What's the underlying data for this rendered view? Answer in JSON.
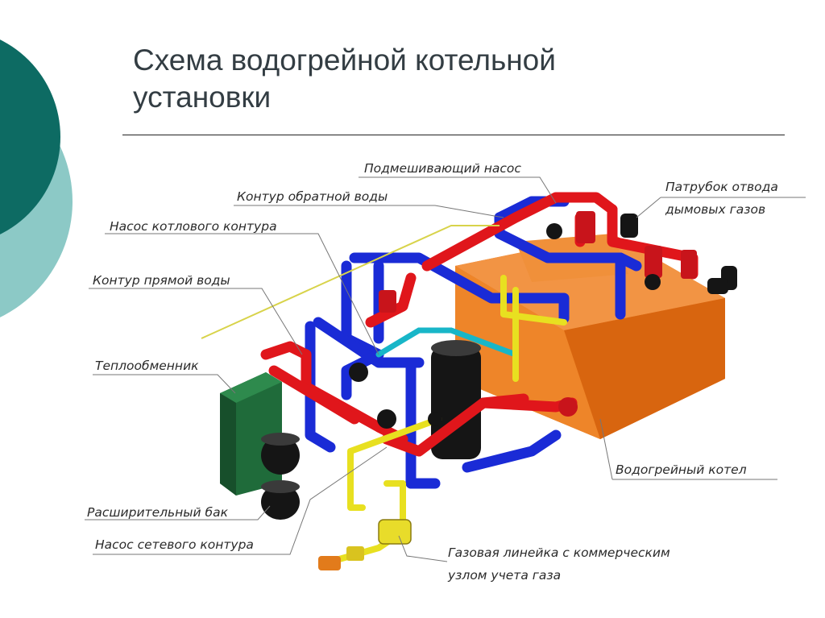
{
  "slide": {
    "title_line1": "Схема водогрейной котельной",
    "title_line2": "установки"
  },
  "labels": {
    "mixing_pump": "Подмешивающий насос",
    "return_circuit": "Контур обратной воды",
    "boiler_pump": "Насос котлового контура",
    "supply_circuit": "Контур прямой воды",
    "heat_exchanger": "Теплообменник",
    "expansion_tank": "Расширительный бак",
    "network_pump": "Насос сетевого контура",
    "flue_line1": "Патрубок отвода",
    "flue_line2": "дымовых газов",
    "boiler": "Водогрейный котел",
    "gas_line1": "Газовая линейка с коммерческим",
    "gas_line2": "узлом учета газа"
  },
  "colors": {
    "accent_dark": "#0d6b63",
    "accent_light": "#8cc9c6",
    "supply_pipe": "#e0161b",
    "return_pipe": "#1a2bd6",
    "gas_pipe": "#e8e020",
    "boiler": "#e8761c",
    "heat_exchanger": "#1f6b3a"
  }
}
